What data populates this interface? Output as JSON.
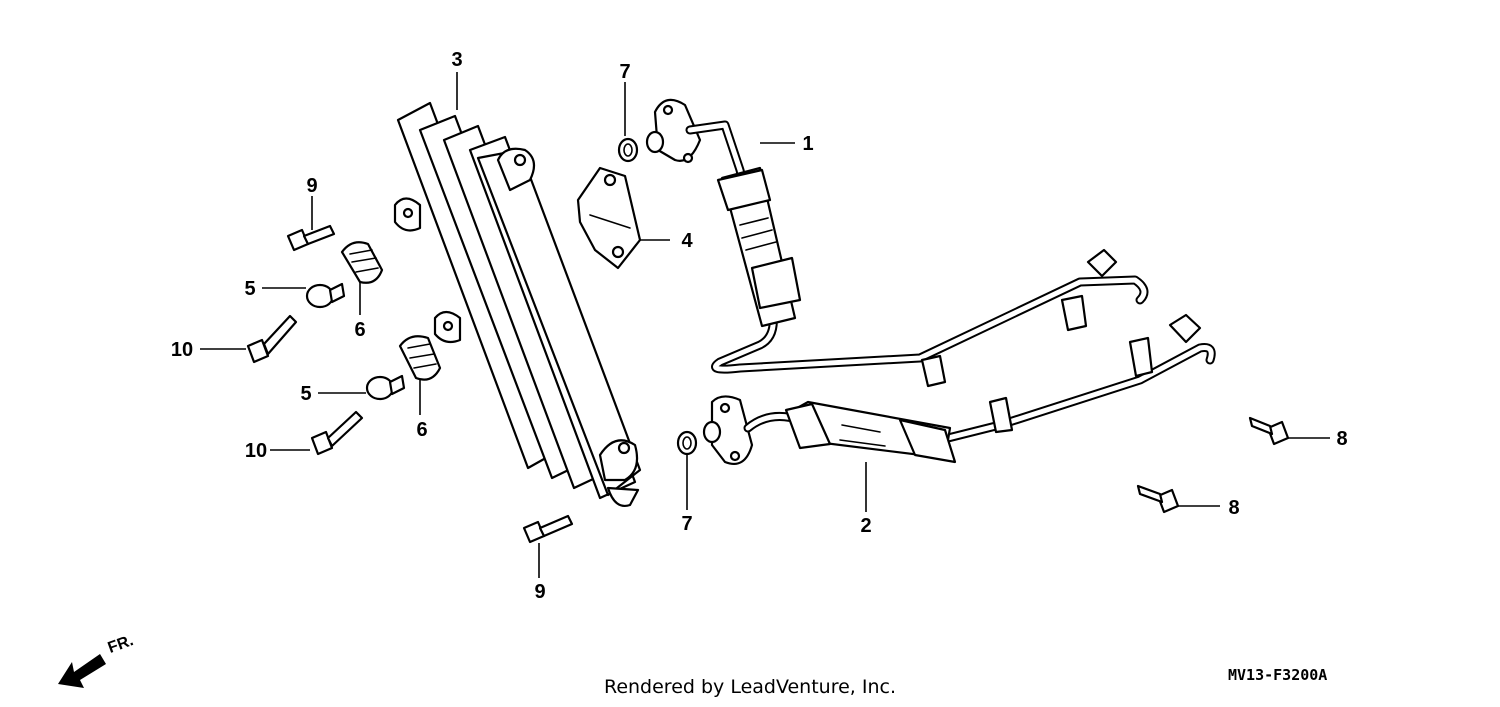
{
  "callouts": [
    {
      "id": "c1",
      "label": "1"
    },
    {
      "id": "c2",
      "label": "2"
    },
    {
      "id": "c3",
      "label": "3"
    },
    {
      "id": "c4",
      "label": "4"
    },
    {
      "id": "c5a",
      "label": "5"
    },
    {
      "id": "c5b",
      "label": "5"
    },
    {
      "id": "c6a",
      "label": "6"
    },
    {
      "id": "c6b",
      "label": "6"
    },
    {
      "id": "c7a",
      "label": "7"
    },
    {
      "id": "c7b",
      "label": "7"
    },
    {
      "id": "c8a",
      "label": "8"
    },
    {
      "id": "c8b",
      "label": "8"
    },
    {
      "id": "c9a",
      "label": "9"
    },
    {
      "id": "c9b",
      "label": "9"
    },
    {
      "id": "c10a",
      "label": "10"
    },
    {
      "id": "c10b",
      "label": "10"
    }
  ],
  "direction_label": "FR.",
  "footer": "Rendered by LeadVenture, Inc.",
  "diagram_code": "MV13-F3200A"
}
